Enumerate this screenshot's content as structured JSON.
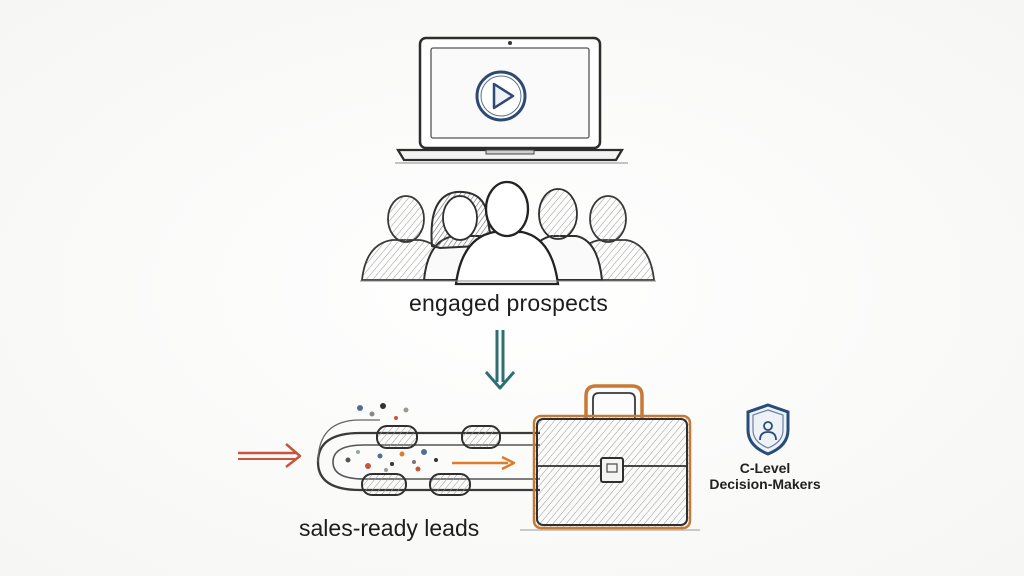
{
  "labels": {
    "engaged_prospects": "engaged prospects",
    "sales_ready_leads": "sales-ready leads",
    "c_level_line1": "C-Level",
    "c_level_line2": "Decision-Makers"
  },
  "icons": {
    "laptop": "laptop-icon",
    "play": "play-icon",
    "people": "people-group-icon",
    "down_arrow": "down-arrow-icon",
    "input_arrow": "input-arrow-icon",
    "pipeline": "pipeline-icon",
    "flow_arrow": "flow-arrow-icon",
    "briefcase": "briefcase-icon",
    "shield": "shield-icon"
  },
  "colors": {
    "ink": "#3a3a3a",
    "play_blue": "#2e4a73",
    "arrow_teal": "#2f6f73",
    "input_red": "#c8553d",
    "flow_orange": "#e07b2c",
    "handle_orange": "#c77a35",
    "shield_blue": "#274b7a"
  }
}
